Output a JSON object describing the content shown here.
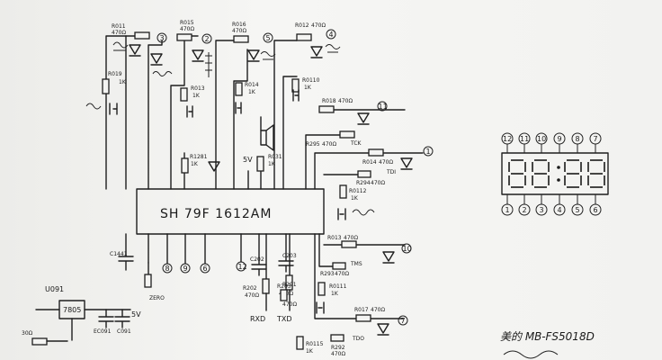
{
  "chip": {
    "label": "SH 79F 1612AM"
  },
  "regulator": {
    "ref": "U091",
    "part": "7805",
    "out": "5V"
  },
  "caps": [
    "C1441",
    "C202",
    "C203",
    "EC091",
    "C091"
  ],
  "vcc_label": "5V",
  "res_in": "30Ω",
  "rtop": [
    {
      "ref": "R011",
      "val": "470Ω"
    },
    {
      "ref": "R015",
      "val": "470Ω"
    },
    {
      "ref": "R016",
      "val": "470Ω"
    },
    {
      "ref": "R012",
      "val": "470Ω"
    }
  ],
  "rmid": [
    {
      "ref": "R019",
      "val": "1K"
    },
    {
      "ref": "R013",
      "val": "1K"
    },
    {
      "ref": "R014",
      "val": "1K"
    },
    {
      "ref": "R0110",
      "val": "1K"
    },
    {
      "ref": "R1281",
      "val": "1K"
    },
    {
      "ref": "R031",
      "val": "1K"
    }
  ],
  "rright": [
    {
      "ref": "R018",
      "val": "470Ω"
    },
    {
      "ref": "R295",
      "val": "470Ω"
    },
    {
      "ref": "R014",
      "val": "470Ω"
    },
    {
      "ref": "R294",
      "val": "470Ω"
    },
    {
      "ref": "R0112",
      "val": "1K"
    },
    {
      "ref": "R013",
      "val": "470Ω"
    },
    {
      "ref": "R293",
      "val": "470Ω"
    },
    {
      "ref": "R0111",
      "val": "1K"
    },
    {
      "ref": "R017",
      "val": "470Ω"
    },
    {
      "ref": "R0115",
      "val": "1K"
    },
    {
      "ref": "R292",
      "val": "470Ω"
    }
  ],
  "rbottom": [
    {
      "ref": "R202",
      "val": "470Ω"
    },
    {
      "ref": "R203",
      "val": "470Ω"
    },
    {
      "ref": "R291",
      "val": "470Ω"
    }
  ],
  "nets": [
    "TCK",
    "TDI",
    "TMS",
    "TDO",
    "RXD",
    "TXD",
    "ZERO"
  ],
  "pins_top": [
    "3",
    "2",
    "5",
    "4"
  ],
  "pins_right": [
    "11",
    "1",
    "10",
    "7"
  ],
  "pins_bottom": [
    "8",
    "9",
    "6",
    "12"
  ],
  "display": {
    "top_pins": [
      "12",
      "11",
      "10",
      "9",
      "8",
      "7"
    ],
    "bottom_pins": [
      "1",
      "2",
      "3",
      "4",
      "5",
      "6"
    ],
    "digits": "88:88"
  },
  "model_note": "美的 MB-FS5018D"
}
